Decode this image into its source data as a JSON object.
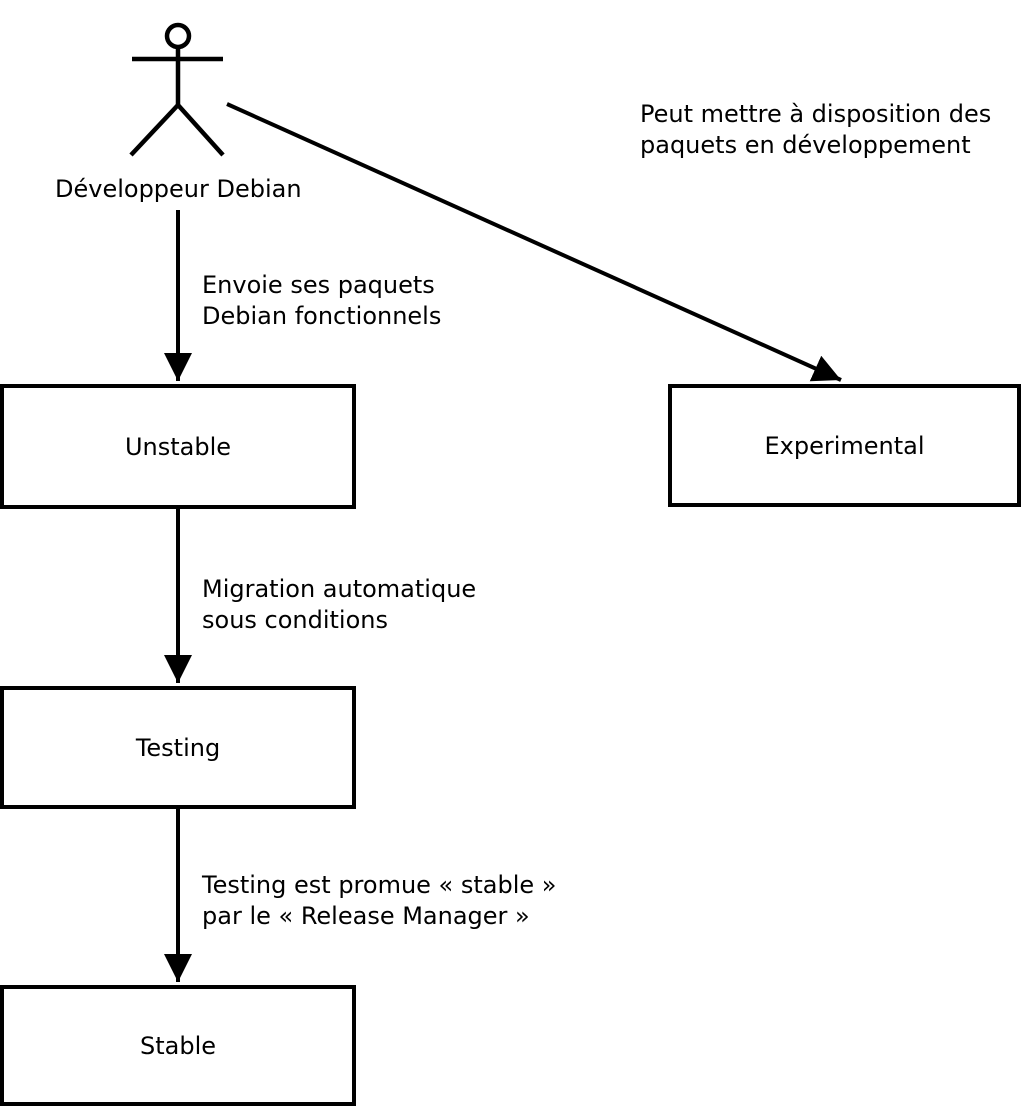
{
  "diagram": {
    "background_color": "#ffffff",
    "stroke_color": "#000000",
    "box_fill_color": "#ffffff",
    "actor": {
      "icon": "stick-figure-person-icon",
      "name": "Développeur Debian"
    },
    "nodes": [
      {
        "label": "Unstable"
      },
      {
        "label": "Experimental"
      },
      {
        "label": "Testing"
      },
      {
        "label": "Stable"
      }
    ],
    "edges": [
      {
        "from": "Développeur Debian",
        "to": "Unstable",
        "lines": [
          "Envoie ses paquets",
          "Debian fonctionnels"
        ]
      },
      {
        "from": "Développeur Debian",
        "to": "Experimental",
        "lines": [
          "Peut mettre à disposition des",
          "paquets en développement"
        ]
      },
      {
        "from": "Unstable",
        "to": "Testing",
        "lines": [
          "Migration automatique",
          "sous conditions"
        ]
      },
      {
        "from": "Testing",
        "to": "Stable",
        "lines": [
          "Testing est promue « stable »",
          "par le « Release Manager »"
        ]
      }
    ]
  }
}
